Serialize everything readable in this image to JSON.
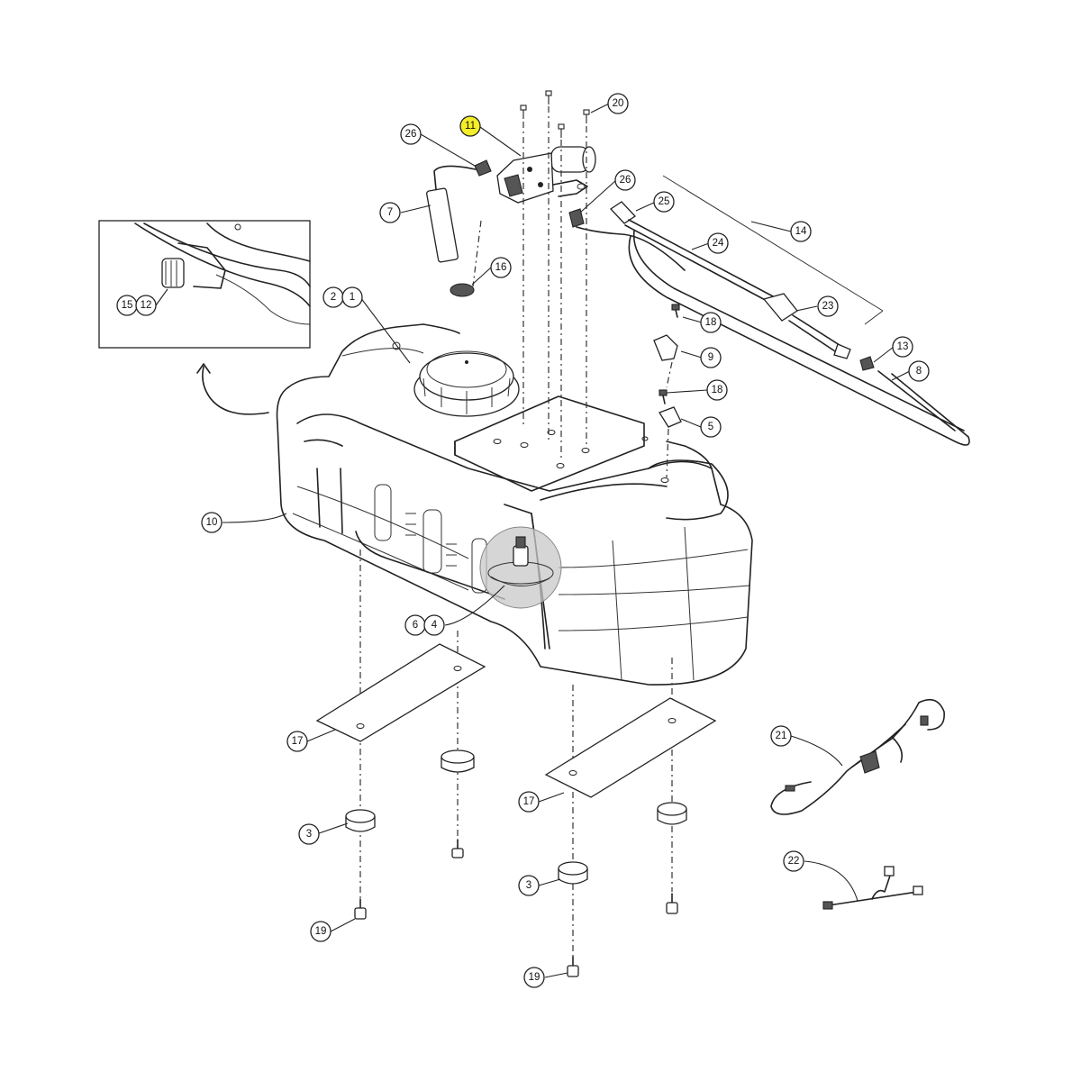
{
  "callouts": [
    {
      "id": "c11",
      "label": "11",
      "highlight": true
    },
    {
      "id": "c26a",
      "label": "26"
    },
    {
      "id": "c20",
      "label": "20"
    },
    {
      "id": "c26b",
      "label": "26"
    },
    {
      "id": "c25",
      "label": "25"
    },
    {
      "id": "c7",
      "label": "7"
    },
    {
      "id": "c14",
      "label": "14"
    },
    {
      "id": "c24",
      "label": "24"
    },
    {
      "id": "c16",
      "label": "16"
    },
    {
      "id": "c2",
      "label": "2"
    },
    {
      "id": "c1",
      "label": "1"
    },
    {
      "id": "c23",
      "label": "23"
    },
    {
      "id": "c18a",
      "label": "18"
    },
    {
      "id": "c15",
      "label": "15"
    },
    {
      "id": "c12",
      "label": "12"
    },
    {
      "id": "c13",
      "label": "13"
    },
    {
      "id": "c9",
      "label": "9"
    },
    {
      "id": "c8",
      "label": "8"
    },
    {
      "id": "c18b",
      "label": "18"
    },
    {
      "id": "c5",
      "label": "5"
    },
    {
      "id": "c10",
      "label": "10"
    },
    {
      "id": "c6",
      "label": "6"
    },
    {
      "id": "c4",
      "label": "4"
    },
    {
      "id": "c21",
      "label": "21"
    },
    {
      "id": "c17a",
      "label": "17"
    },
    {
      "id": "c17b",
      "label": "17"
    },
    {
      "id": "c3a",
      "label": "3"
    },
    {
      "id": "c22",
      "label": "22"
    },
    {
      "id": "c3b",
      "label": "3"
    },
    {
      "id": "c19a",
      "label": "19"
    },
    {
      "id": "c19b",
      "label": "19"
    }
  ],
  "colors": {
    "highlight": "#f4ee2a",
    "line": "#222222",
    "detail_shade": "#c8c8c8"
  },
  "icons": {
    "rotate_arrow": "curved-arrow-icon"
  }
}
